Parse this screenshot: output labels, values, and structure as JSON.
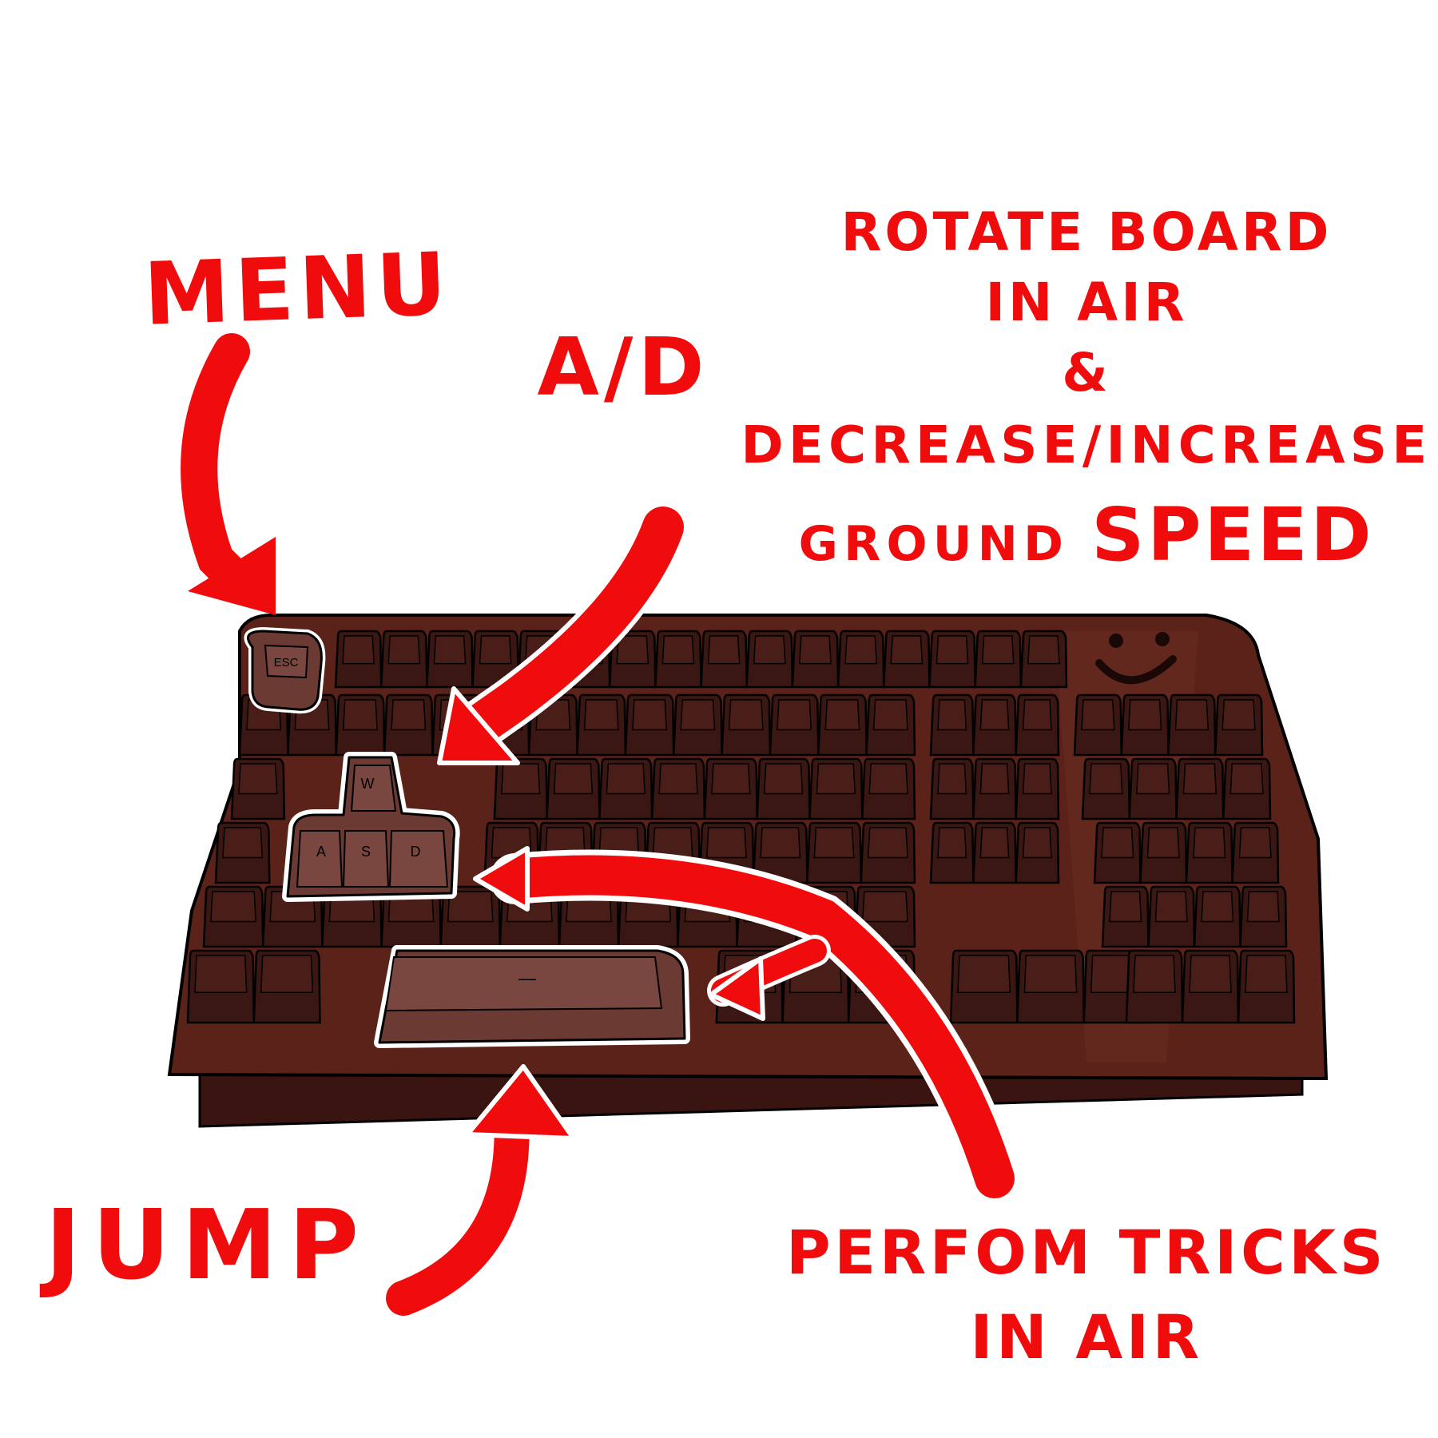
{
  "labels": {
    "menu": "MENU",
    "ad": "A/D",
    "rotate_line1": "ROTATE BOARD",
    "rotate_line2": "IN AIR",
    "rotate_line3": "&",
    "rotate_line4": "DECREASE/INCREASE",
    "rotate_line5": "GROUND",
    "rotate_line5_emph": "SPEED",
    "jump": "JUMP",
    "tricks_line1": "PERFOM TRICKS",
    "tricks_line2": "IN AIR"
  },
  "keys": {
    "esc": "ESC",
    "w": "W",
    "a": "A",
    "s": "S",
    "d": "D",
    "space": "—"
  },
  "colors": {
    "annotation": "#f00c0c",
    "keyboard_body": "#5a2219",
    "keyboard_edge": "#2a0f0b",
    "key": "#3a1713",
    "highlight_key": "#6b3a33"
  },
  "icons": {
    "smiley": "smiley-face-icon"
  }
}
